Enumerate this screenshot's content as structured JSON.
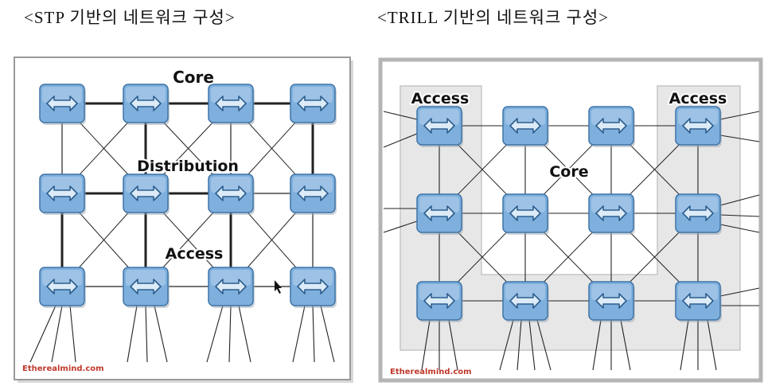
{
  "captions": {
    "stp": "<STP 기반의 네트워크 구성>",
    "trill": "<TRILL 기반의 네트워크 구성>"
  },
  "stp_diagram": {
    "label_core": "Core",
    "label_distribution": "Distribution",
    "label_access": "Access",
    "watermark": "Etherealmind.com"
  },
  "trill_diagram": {
    "label_access_left": "Access",
    "label_access_right": "Access",
    "label_core": "Core",
    "watermark": "Etherealmind.com"
  },
  "colors": {
    "switch_fill": "#7fb0dd",
    "switch_stroke": "#3f74a8",
    "arrow_fill": "#dcebf7",
    "arrow_stroke": "#2d5e8e",
    "link": "#222222",
    "shaded_area": "#e7e7e7",
    "watermark": "#c0392b"
  }
}
